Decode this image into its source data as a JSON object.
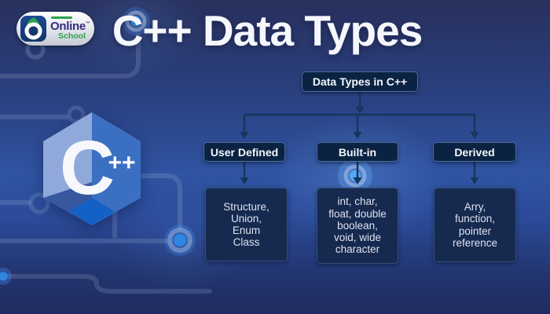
{
  "brand": {
    "primary": "Online",
    "trademark": "™",
    "secondary": "School"
  },
  "header": {
    "title": "C++ Data Types"
  },
  "cpp_logo": {
    "letter": "C",
    "plusplus": "++"
  },
  "flowchart": {
    "root_label": "Data Types in C++",
    "branches": [
      {
        "label": "User Defined",
        "details": "Structure,\nUnion,\nEnum\nClass"
      },
      {
        "label": "Built-in",
        "details": "int, char,\nfloat, double\nboolean,\nvoid, wide\ncharacter"
      },
      {
        "label": "Derived",
        "details": "Arry,\nfunction,\npointer\nreference"
      }
    ]
  },
  "colors": {
    "background_top": "#28305c",
    "background_mid": "#2f54a2",
    "background_bottom": "#1f2c5f",
    "node_fill": "#0b2342",
    "node_border": "#4a6e9e",
    "leaf_fill": "#16294e",
    "connector": "#16365e",
    "glow_accent": "#3f9bff",
    "title_color": "#f5f7fc",
    "brand_primary_color": "#352c80",
    "brand_secondary_color": "#2aa24c",
    "hex_light": "#90a9da",
    "hex_medium": "#3b6fc2",
    "hex_bright": "#1360c6"
  }
}
